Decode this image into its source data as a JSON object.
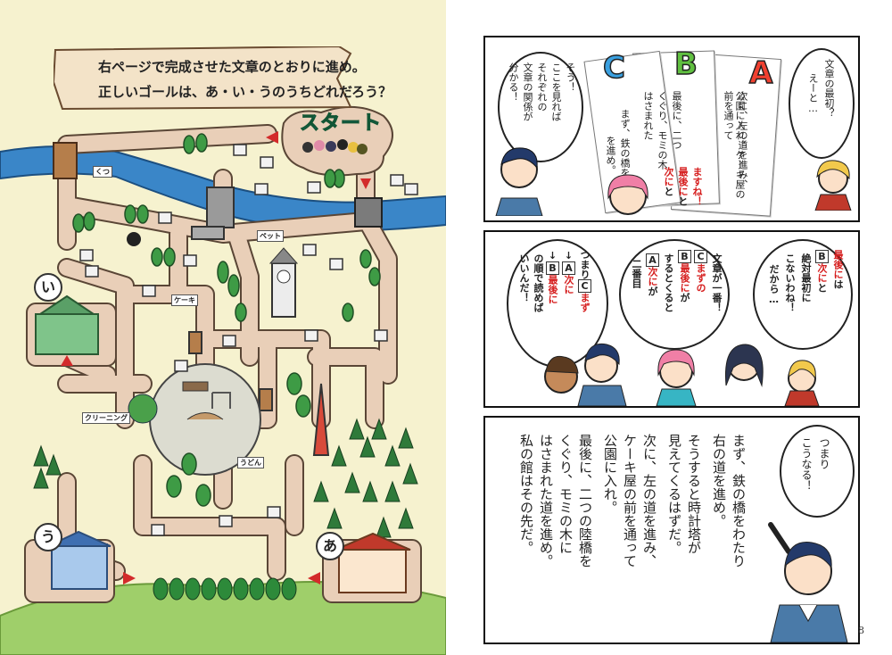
{
  "left_page": {
    "instruction_line1": "右ページで完成させた文章のとおりに進め。",
    "instruction_line2": "正しいゴールは、あ・い・うのうちどれだろう？",
    "start_label": "スタート",
    "goals": [
      "い",
      "う",
      "あ"
    ],
    "shop_signs": [
      "ペット",
      "ケーキ",
      "クリーニング",
      "うどん",
      "くつ"
    ]
  },
  "panel1": {
    "papers": [
      "A",
      "B",
      "C"
    ],
    "paper_text": [
      "公園に入れ。ケーキ屋の前を通って",
      "次に、左の道を進み、",
      "くぐり、モミの木",
      "最後に、二つ",
      "はさまれた",
      "まず、鉄の橋をわ",
      "を進め。"
    ],
    "boy_bubble": [
      "そう！",
      "ここを見れば",
      "それぞれの",
      "文章の関係が",
      "分かる！"
    ],
    "blonde_bubble": [
      "えーと…",
      "文章の最初？"
    ],
    "girl_bubble": [
      "次に",
      "と",
      "最後に",
      "と",
      "ますね！"
    ]
  },
  "panel2": {
    "bubble_left": [
      "つまり",
      "C",
      "まず",
      "↓",
      "A",
      "次に",
      "↓",
      "B",
      "最後に",
      "の順で読めば",
      "いいんだ！"
    ],
    "bubble_mid": [
      "C",
      "まずの",
      "文章が一番！",
      "B",
      "最後に",
      "が",
      "するとくると",
      "A",
      "次に",
      "が",
      "二番目"
    ],
    "bubble_right": [
      "B",
      "次に",
      "と",
      "最後に",
      "は",
      "絶対最初に",
      "こないわね！",
      "だから…"
    ]
  },
  "panel3": {
    "text_columns": [
      "まず、鉄の橋をわたり",
      "右の道を進め。",
      "そうすると時計塔が",
      "見えてくるはずだ。",
      "次に、左の道を進み、",
      "ケーキ屋の前を通って",
      "公園に入れ。",
      "最後に、二つの陸橋を",
      "くぐり、モミの木に",
      "はさまれた道を進め。",
      "私の館はその先だ。"
    ],
    "bubble": [
      "つまり",
      "こうなる！"
    ]
  },
  "page_number": "8",
  "colors": {
    "accent_red": "#d61f1f",
    "river": "#3a86c8",
    "map_bg": "#f6f2cf",
    "road": "#e9cfb8",
    "tree": "#3e9b45"
  }
}
